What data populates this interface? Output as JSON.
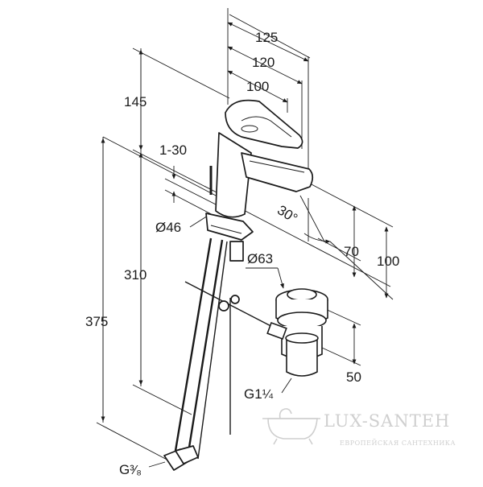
{
  "dimensions": {
    "d125": "125",
    "d120": "120",
    "d100_top": "100",
    "d145": "145",
    "d1_30": "1-30",
    "d46": "Ø46",
    "d30deg": "30°",
    "d70": "70",
    "d100_right": "100",
    "d63": "Ø63",
    "d310": "310",
    "d375": "375",
    "d50": "50",
    "g114_base": "G1",
    "g114_frac": "¼",
    "g38_base": "G",
    "g38_frac": "³⁄₈"
  },
  "watermark": {
    "brand": "LUX-SANTEH",
    "tagline": "ЕВРОПЕЙСКАЯ САНТЕХНИКА"
  },
  "colors": {
    "line": "#1a1a1a",
    "watermark": "#cfcfcf"
  }
}
